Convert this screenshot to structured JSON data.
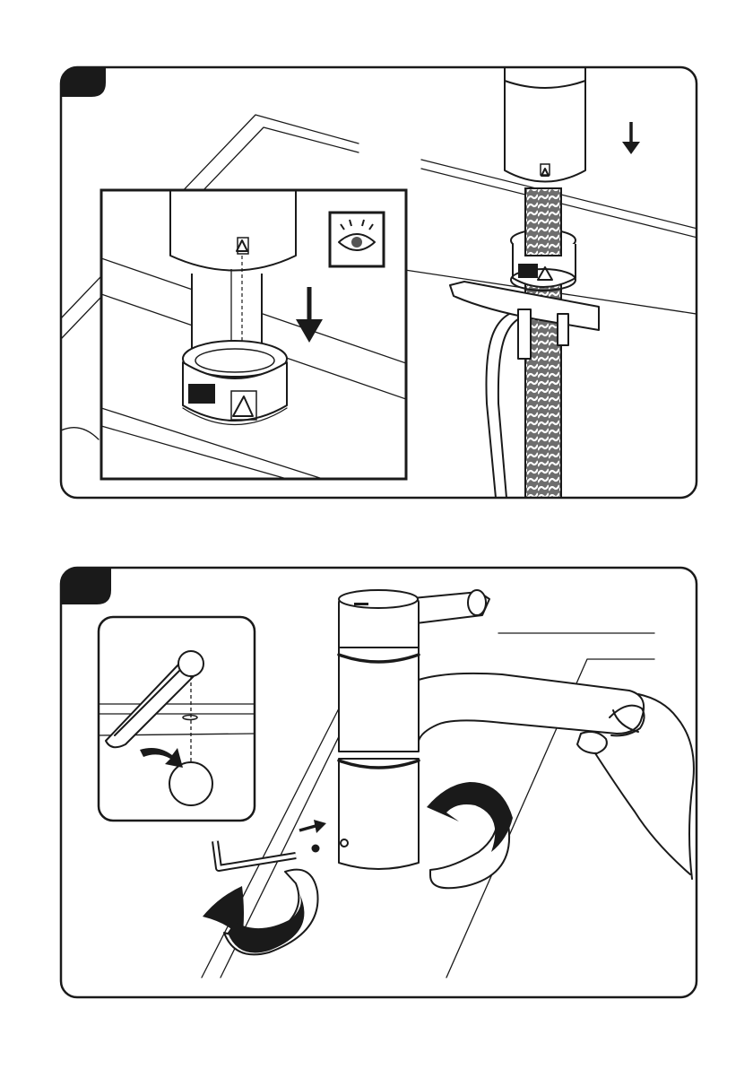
{
  "panels": [
    {
      "step_badge": "",
      "inset": {
        "view_icon": "eye-icon"
      },
      "direction": "downward"
    },
    {
      "step_badge": "",
      "inset": {
        "view_icon": "none"
      },
      "direction": "clockwise"
    }
  ],
  "colors": {
    "line": "#1a1a1a",
    "background": "#ffffff",
    "hose_fill": "#6e6e6e"
  },
  "icons": [
    "eye-icon",
    "arrow-down-icon",
    "rotate-arrow-icon",
    "hex-key-icon",
    "hand-icon"
  ]
}
